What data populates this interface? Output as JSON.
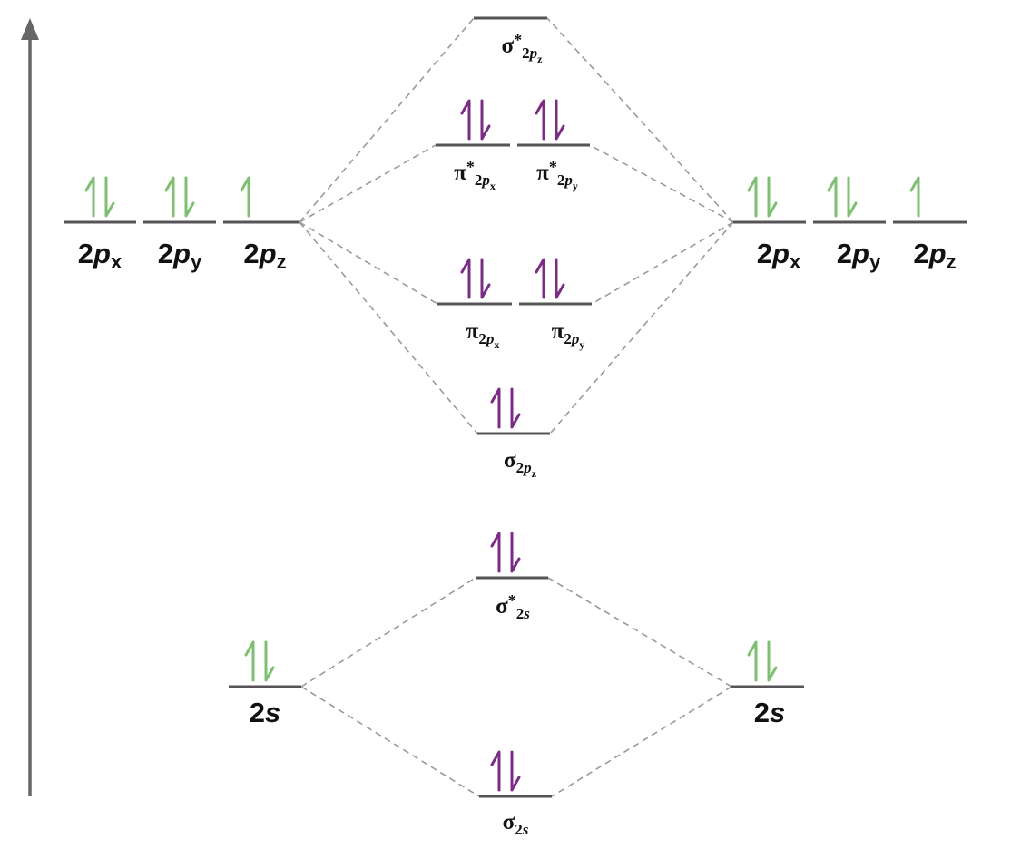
{
  "colors": {
    "atomic_electron": "#7fbf72",
    "molecular_electron": "#7b2d86",
    "level_line": "#555555",
    "correlation_line": "#9a9a9a",
    "energy_axis": "#666666"
  },
  "left_atom": {
    "orbitals": [
      {
        "id": "2px",
        "main": "2",
        "letter": "p",
        "sub": "x",
        "electrons": 2
      },
      {
        "id": "2py",
        "main": "2",
        "letter": "p",
        "sub": "y",
        "electrons": 2
      },
      {
        "id": "2pz",
        "main": "2",
        "letter": "p",
        "sub": "z",
        "electrons": 1
      },
      {
        "id": "2s",
        "main": "2",
        "letter": "s",
        "sub": "",
        "electrons": 2
      }
    ]
  },
  "right_atom": {
    "orbitals": [
      {
        "id": "2px",
        "main": "2",
        "letter": "p",
        "sub": "x",
        "electrons": 2
      },
      {
        "id": "2py",
        "main": "2",
        "letter": "p",
        "sub": "y",
        "electrons": 2
      },
      {
        "id": "2pz",
        "main": "2",
        "letter": "p",
        "sub": "z",
        "electrons": 1
      },
      {
        "id": "2s",
        "main": "2",
        "letter": "s",
        "sub": "",
        "electrons": 2
      }
    ]
  },
  "molecular_orbitals": [
    {
      "id": "sigma-star-2pz",
      "symbol": "σ",
      "star": "*",
      "sub_main": "2",
      "sub_letter": "p",
      "sub_sub": "z",
      "electrons": 0
    },
    {
      "id": "pi-star-2px",
      "symbol": "π",
      "star": "*",
      "sub_main": "2",
      "sub_letter": "p",
      "sub_sub": "x",
      "electrons": 2
    },
    {
      "id": "pi-star-2py",
      "symbol": "π",
      "star": "*",
      "sub_main": "2",
      "sub_letter": "p",
      "sub_sub": "y",
      "electrons": 2
    },
    {
      "id": "pi-2px",
      "symbol": "π",
      "star": "",
      "sub_main": "2",
      "sub_letter": "p",
      "sub_sub": "x",
      "electrons": 2
    },
    {
      "id": "pi-2py",
      "symbol": "π",
      "star": "",
      "sub_main": "2",
      "sub_letter": "p",
      "sub_sub": "y",
      "electrons": 2
    },
    {
      "id": "sigma-2pz",
      "symbol": "σ",
      "star": "",
      "sub_main": "2",
      "sub_letter": "p",
      "sub_sub": "z",
      "electrons": 2
    },
    {
      "id": "sigma-star-2s",
      "symbol": "σ",
      "star": "*",
      "sub_main": "2",
      "sub_letter": "s",
      "sub_sub": "",
      "electrons": 2
    },
    {
      "id": "sigma-2s",
      "symbol": "σ",
      "star": "",
      "sub_main": "2",
      "sub_letter": "s",
      "sub_sub": "",
      "electrons": 2
    }
  ]
}
